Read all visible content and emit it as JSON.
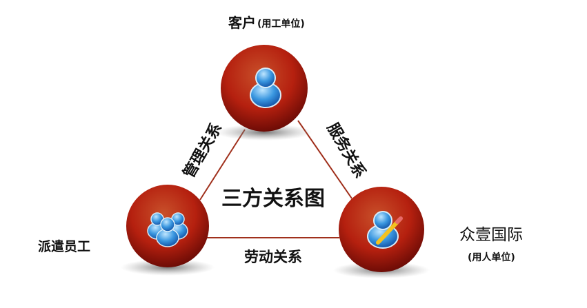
{
  "title": "三方关系图",
  "nodes": {
    "client": {
      "name": "客户",
      "sub": "(用工单位)",
      "icon": "person-icon"
    },
    "employee": {
      "name": "派遣员工",
      "icon": "group-icon"
    },
    "company": {
      "name": "众壹国际",
      "sub": "(用人单位)",
      "icon": "person-edit-icon"
    }
  },
  "edges": {
    "management": "管理关系",
    "service": "服务关系",
    "labor": "劳动关系"
  },
  "colors": {
    "node": "#b8200f",
    "line": "#a0301c",
    "icon": "#2f8fd8"
  }
}
